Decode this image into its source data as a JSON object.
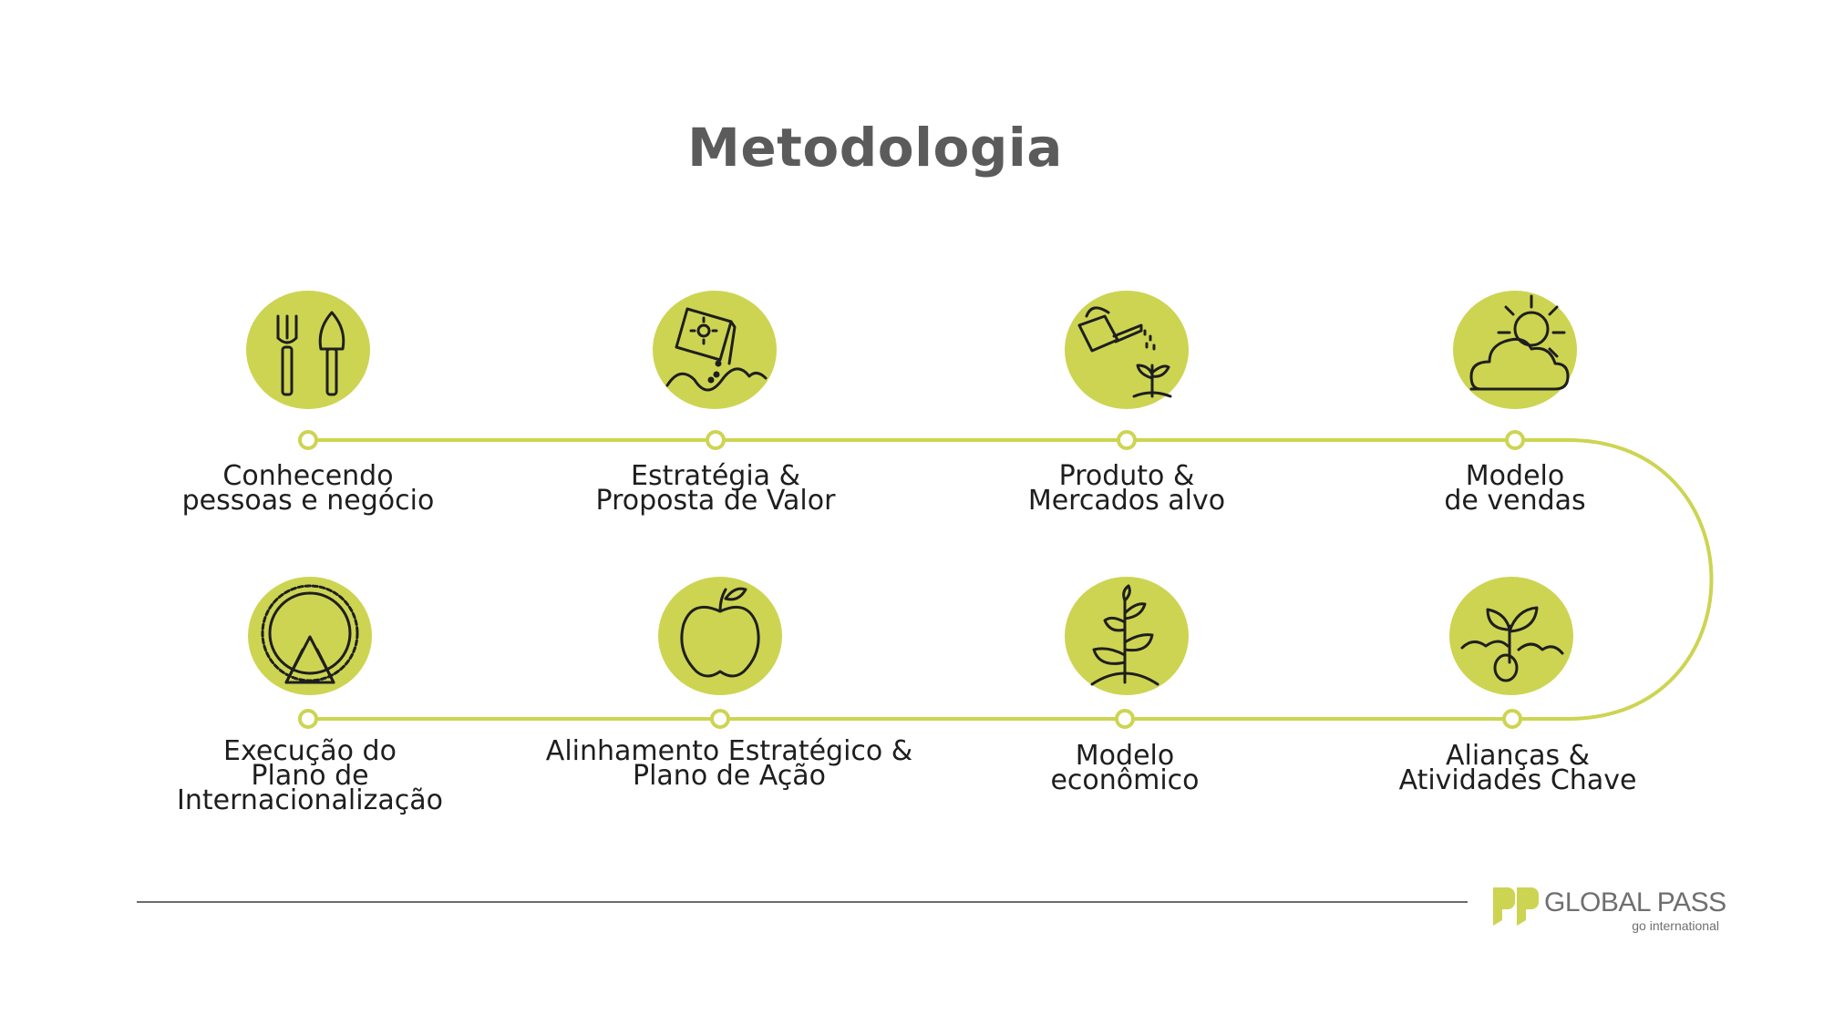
{
  "title": "Metodologia",
  "colors": {
    "accent": "#cdd452",
    "icon_stroke": "#1e1e1e",
    "title": "#5b5b5b",
    "rule": "#6b6b6b"
  },
  "steps": [
    {
      "lines": [
        "Conhecendo",
        "pessoas e negócio"
      ],
      "icon": "garden-tools-icon"
    },
    {
      "lines": [
        "Estratégia &",
        "Proposta de Valor"
      ],
      "icon": "seed-packet-icon"
    },
    {
      "lines": [
        "Produto &",
        "Mercados alvo"
      ],
      "icon": "watering-can-icon"
    },
    {
      "lines": [
        "Modelo",
        "de vendas"
      ],
      "icon": "sun-cloud-icon"
    },
    {
      "lines": [
        "Alianças &",
        "Atividades Chave"
      ],
      "icon": "sprout-icon"
    },
    {
      "lines": [
        "Modelo",
        "econômico"
      ],
      "icon": "growing-plant-icon"
    },
    {
      "lines": [
        "Alinhamento Estratégico &",
        "Plano de Ação"
      ],
      "icon": "apple-icon"
    },
    {
      "lines": [
        "Execução do",
        "Plano de",
        "Internacionalização"
      ],
      "icon": "pie-icon"
    }
  ],
  "brand": {
    "name": "GLOBAL PASS",
    "tagline": "go international"
  }
}
